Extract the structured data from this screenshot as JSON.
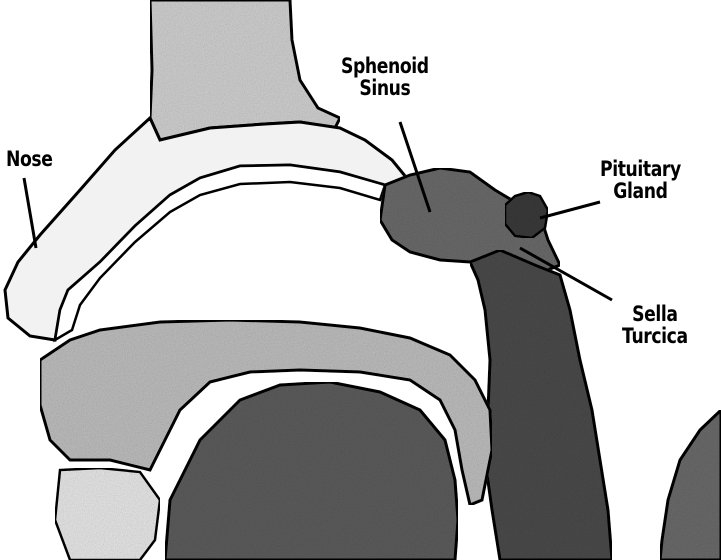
{
  "labels": {
    "nose": "Nose",
    "sphenoid_sinus": [
      "Sphenoid",
      "Sinus"
    ],
    "pituitary_gland": [
      "Pituitary",
      "Gland"
    ],
    "sella_turcica": [
      "Sella",
      "Turcica"
    ]
  },
  "colors": {
    "background": "#ffffff",
    "outline": "#000000",
    "tissue_light": "#d9d9d9",
    "tissue_mid": "#9a9a9a",
    "tissue_dark": "#3a3a3a"
  }
}
